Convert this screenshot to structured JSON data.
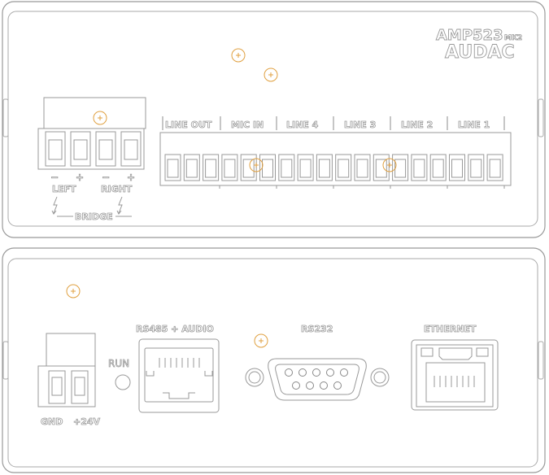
{
  "front_panel": {
    "model": "AMP523",
    "model_suffix": "MK2",
    "brand": "AUDAC",
    "speaker_outputs": {
      "polarity_marks": [
        "−",
        "+",
        "−",
        "+"
      ],
      "left_label": "LEFT",
      "right_label": "RIGHT",
      "bridge_label": "BRIDGE"
    },
    "inputs": [
      "LINE OUT",
      "MIC IN",
      "LINE 4",
      "LINE 3",
      "LINE 2",
      "LINE 1"
    ]
  },
  "rear_panel": {
    "power": {
      "gnd_label": "GND",
      "v_label": "+24V"
    },
    "run_label": "RUN",
    "rs485_label": "RS485 + AUDIO",
    "rs232_label": "RS232",
    "ethernet_label": "ETHERNET"
  },
  "markers_count": 7,
  "colors": {
    "outline": "#8c8c8c",
    "label_stroke": "#9a9a9a",
    "marker": "#e0a040"
  }
}
